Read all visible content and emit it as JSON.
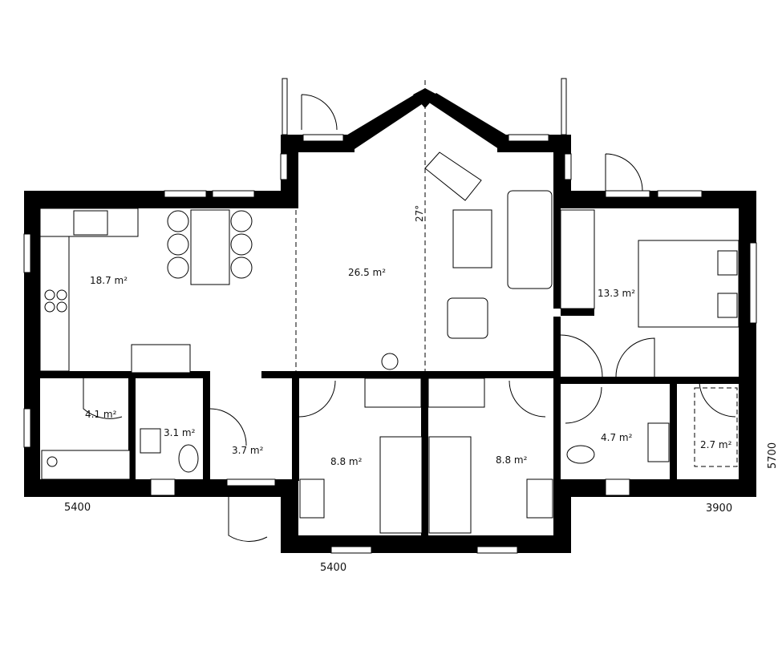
{
  "plan": {
    "rooms": [
      {
        "name": "kitchen-dining",
        "area": "18.7 m²"
      },
      {
        "name": "living-room",
        "area": "26.5 m²"
      },
      {
        "name": "master-bedroom",
        "area": "13.3 m²"
      },
      {
        "name": "utility-room",
        "area": "4.1 m²"
      },
      {
        "name": "wc",
        "area": "3.1 m²"
      },
      {
        "name": "entrance-hall",
        "area": "3.7 m²"
      },
      {
        "name": "bedroom-left",
        "area": "8.8 m²"
      },
      {
        "name": "bedroom-right",
        "area": "8.8 m²"
      },
      {
        "name": "bathroom",
        "area": "4.7 m²"
      },
      {
        "name": "walk-in-closet",
        "area": "2.7 m²"
      }
    ],
    "angle_label": "27°",
    "dimensions": {
      "left_wing_width": "5400",
      "center_width": "5400",
      "right_wing_width": "3900",
      "depth": "5700"
    }
  }
}
